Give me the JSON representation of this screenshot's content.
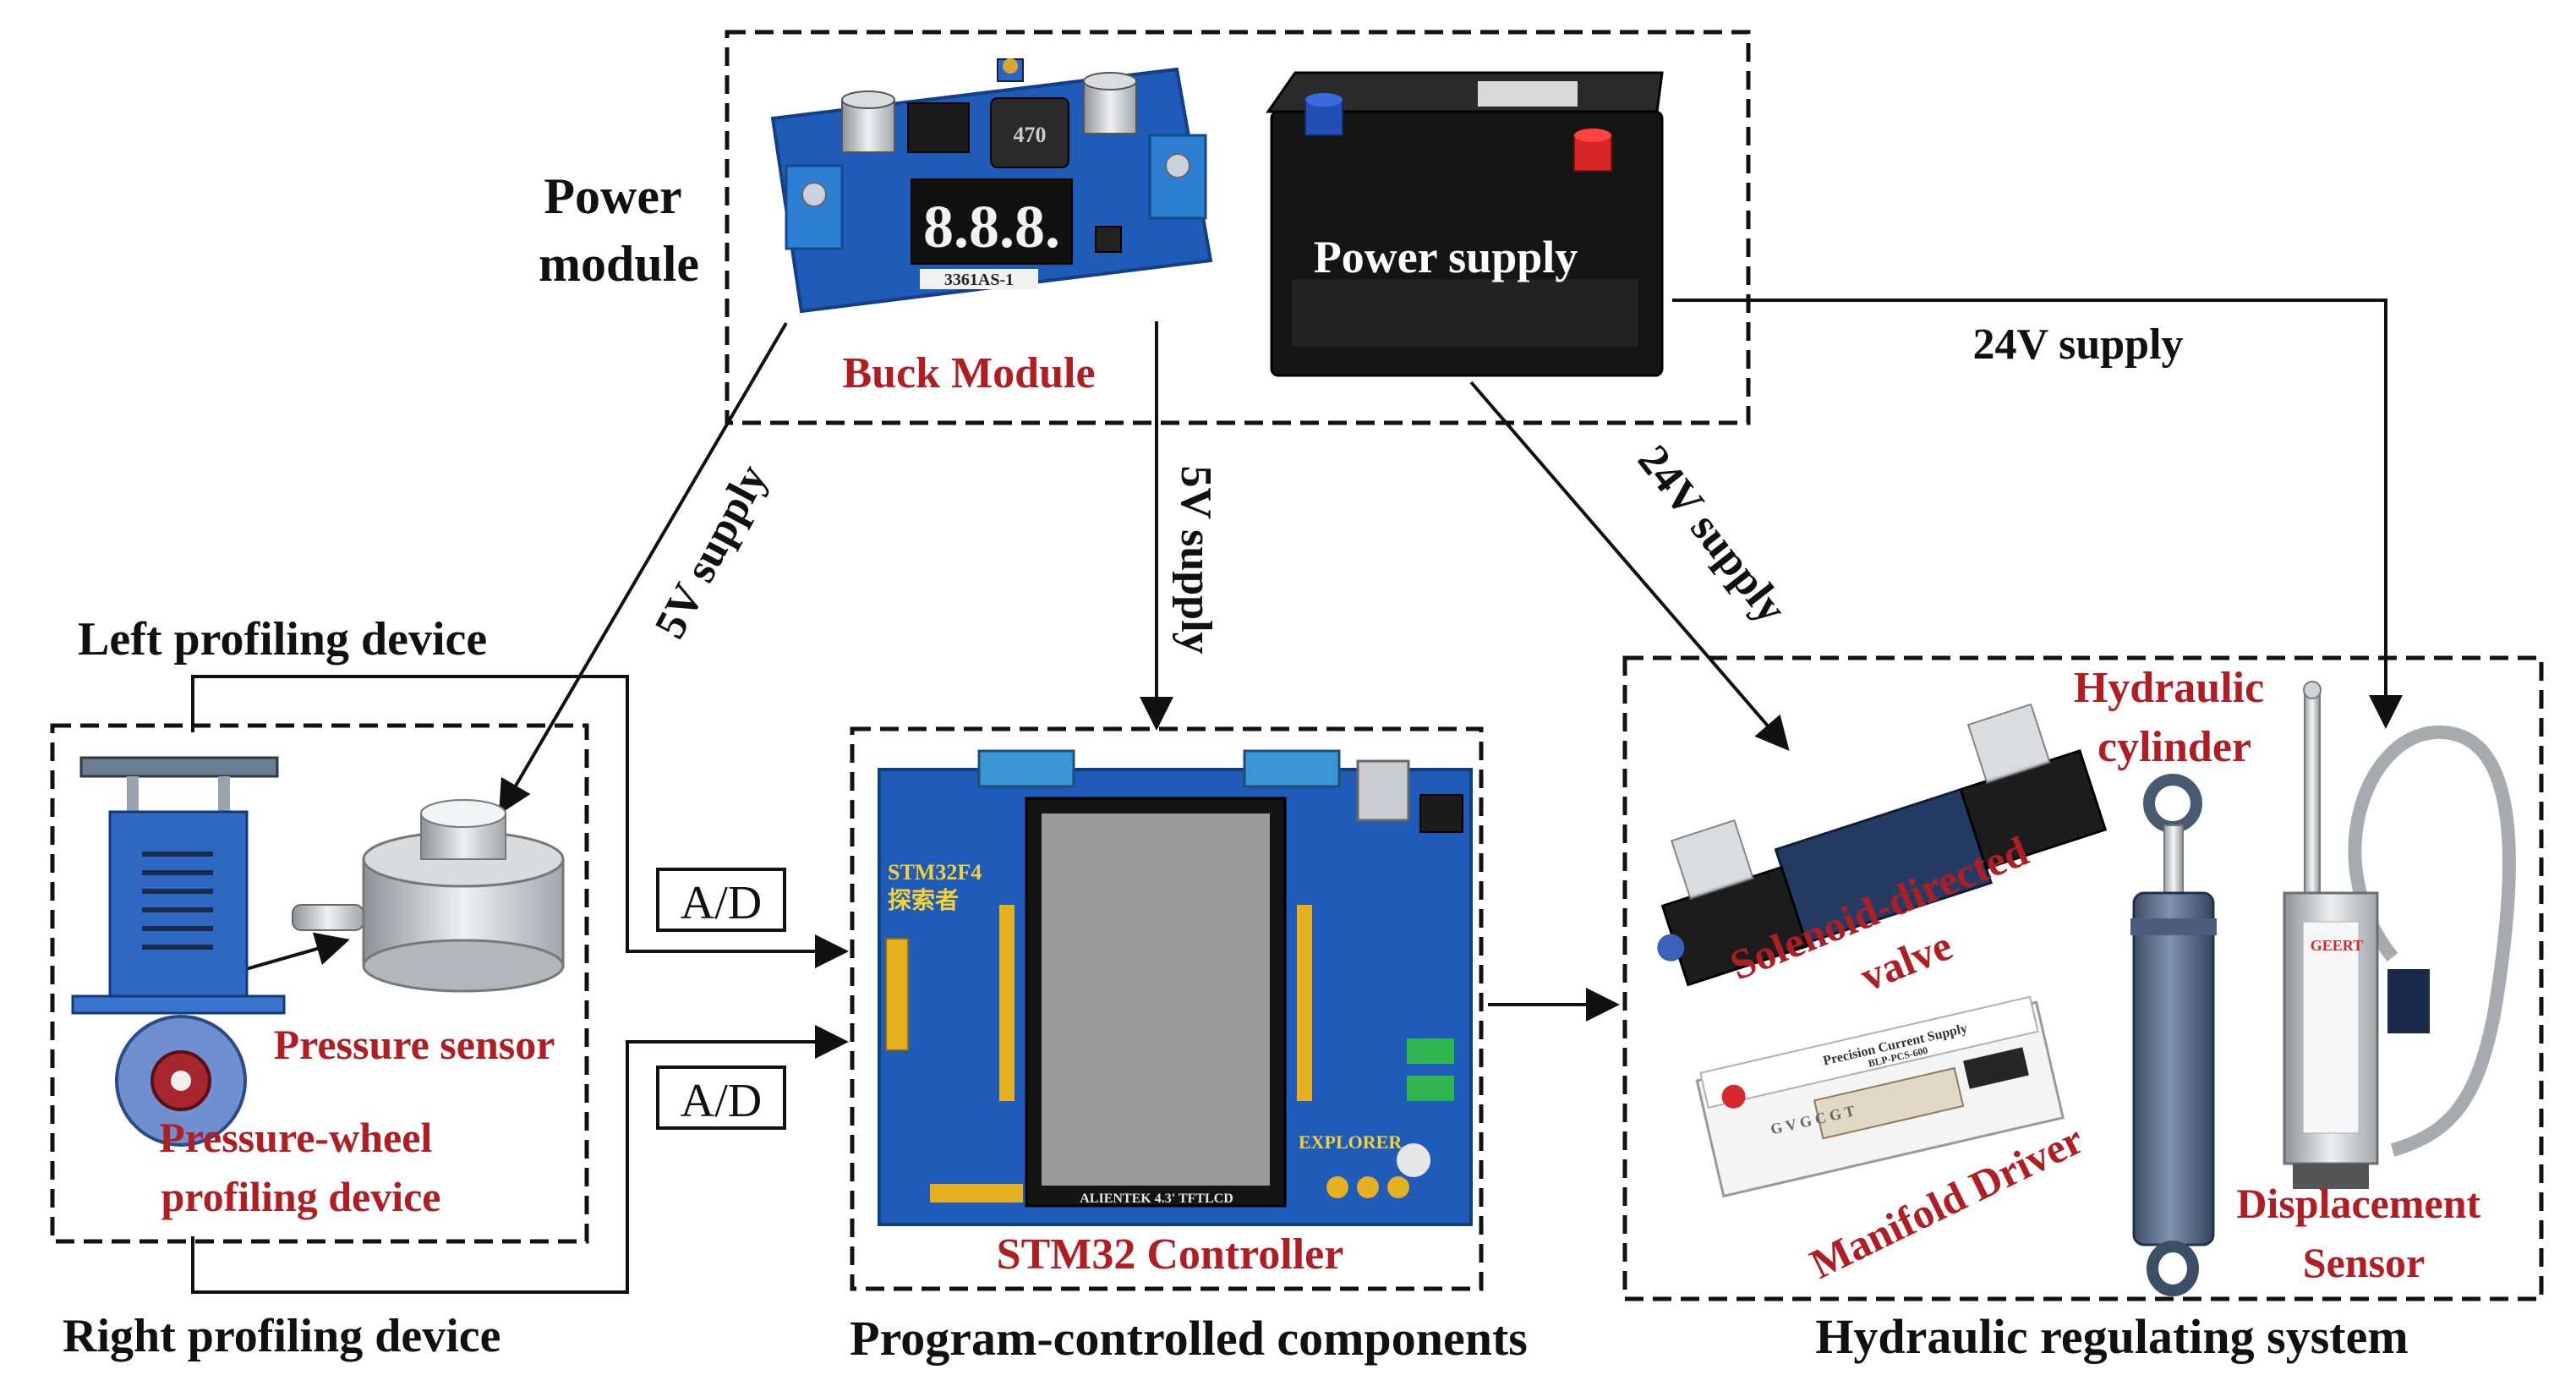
{
  "diagram": {
    "groups": {
      "power_module": "Power\nmodule",
      "left_profiling": "Left profiling device",
      "right_profiling": "Right profiling device",
      "program_controlled": "Program-controlled components",
      "hydraulic_system": "Hydraulic regulating system"
    },
    "components": {
      "buck_module": "Buck Module",
      "power_supply": "Power supply",
      "pressure_sensor": "Pressure sensor",
      "pressure_wheel": "Pressure-wheel\nprofiling device",
      "stm32_controller": "STM32 Controller",
      "solenoid_valve": "Solenoid-directed\nvalve",
      "manifold_driver": "Manifold Driver",
      "hydraulic_cylinder": "Hydraulic\ncylinder",
      "displacement_sensor": "Displacement\nSensor"
    },
    "connections": {
      "supply_5v_left": "5V supply",
      "supply_5v_center": "5V supply",
      "supply_24v_diag": "24V supply",
      "supply_24v_right": "24V supply",
      "ad_top": "A/D",
      "ad_bottom": "A/D"
    },
    "device_markings": {
      "buck_display": "8.8.8.",
      "buck_inductor": "470",
      "buck_chip": "3361AS-1",
      "board_model": "STM32F4",
      "board_name_cn": "探索者",
      "board_explorer": "EXPLORER",
      "board_brand": "ALIENTEK 4.3' TFTLCD",
      "driver_title": "Precision Current Supply",
      "driver_model": "BLP-PCS-600",
      "driver_letters": "G V G C G T",
      "sensor_brand": "GEERT"
    },
    "colors": {
      "label_red": "#b01e24",
      "label_black": "#111111",
      "pcb_blue": "#1f5bb8",
      "battery_body": "#151515"
    }
  }
}
